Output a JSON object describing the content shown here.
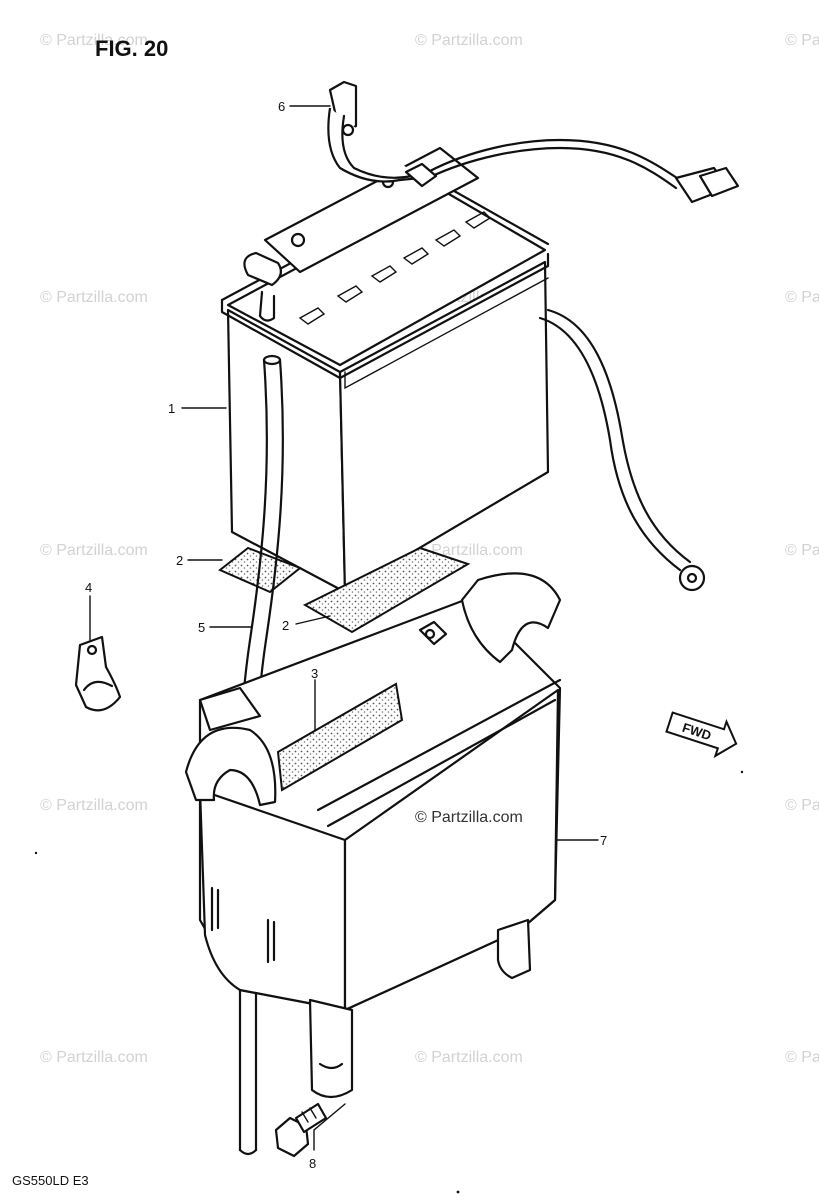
{
  "figure": {
    "title": "FIG. 20",
    "model_code": "GS550LD E3"
  },
  "watermark": {
    "text": "© Partzilla.com",
    "center_text": "© Partzilla.com"
  },
  "callouts": [
    {
      "id": "c1",
      "label": "1"
    },
    {
      "id": "c2a",
      "label": "2"
    },
    {
      "id": "c2b",
      "label": "2"
    },
    {
      "id": "c3",
      "label": "3"
    },
    {
      "id": "c4",
      "label": "4"
    },
    {
      "id": "c5",
      "label": "5"
    },
    {
      "id": "c6",
      "label": "6"
    },
    {
      "id": "c7",
      "label": "7"
    },
    {
      "id": "c8",
      "label": "8"
    }
  ],
  "direction_badge": {
    "label": "FWD"
  }
}
